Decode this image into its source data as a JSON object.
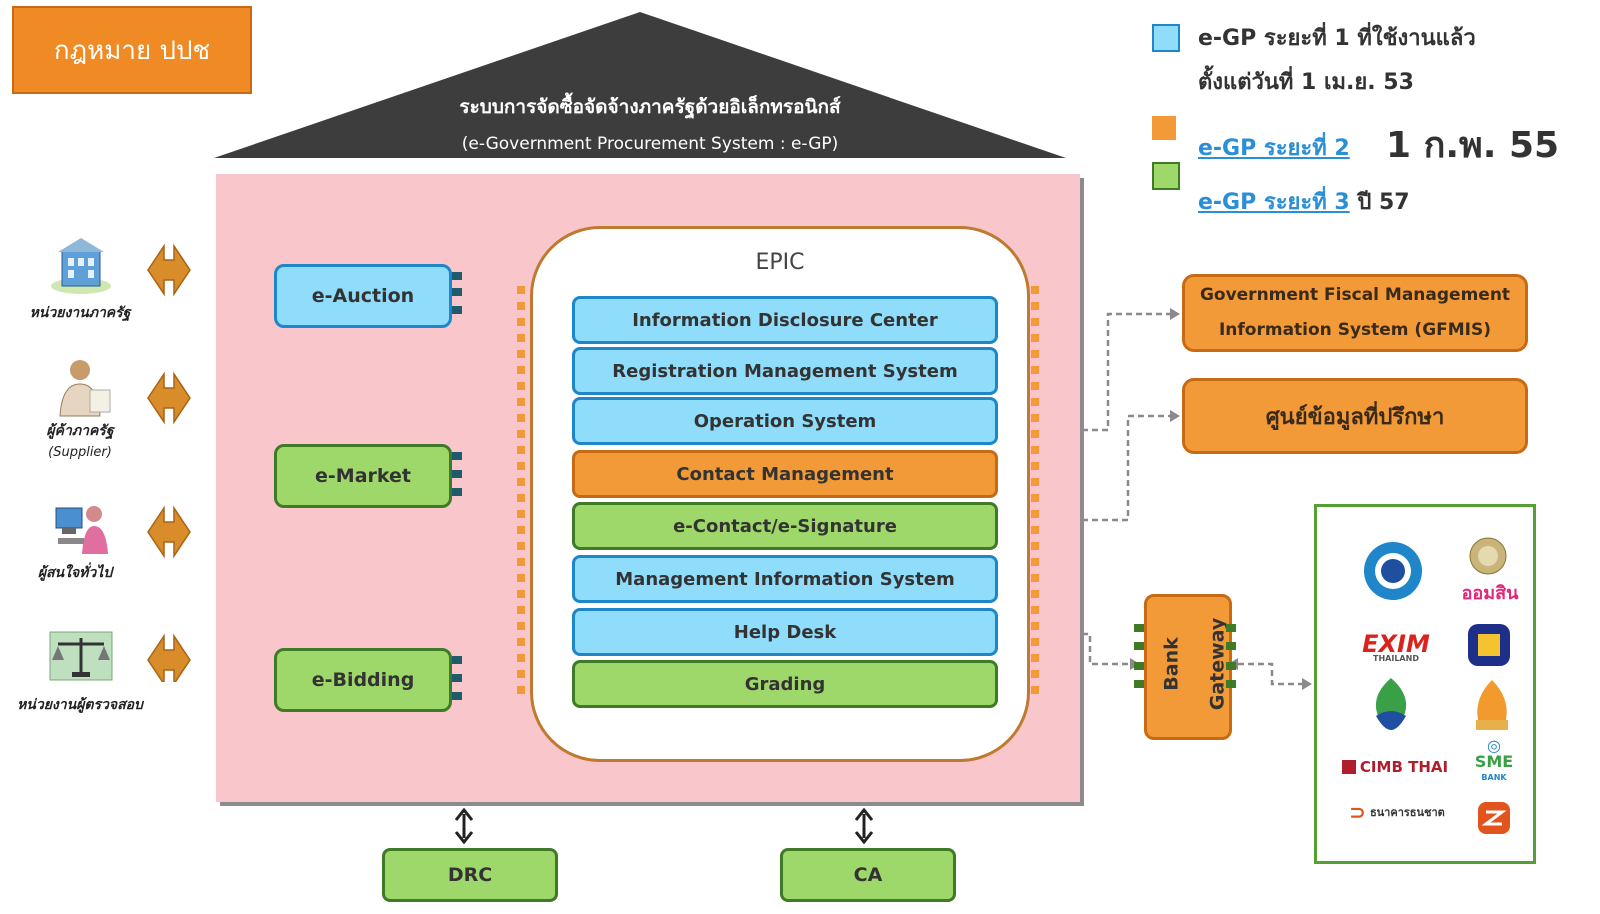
{
  "law_box": "กฎหมาย ปปช",
  "roof": {
    "title": "ระบบการจัดซื้อจัดจ้างภาครัฐด้วยอิเล็กทรอนิกส์",
    "subtitle": "(e-Government Procurement System : e-GP)"
  },
  "legend": {
    "phase1_line1": "e-GP ระยะที่ 1 ที่ใช้งานแล้ว",
    "phase1_line2": "ตั้งแต่วันที่ 1 เม.ย. 53",
    "phase2_link": "e-GP ระยะที่ 2",
    "phase2_date": "1 ก.พ. 55",
    "phase3_link": "e-GP ระยะที่ 3",
    "phase3_year": "ปี 57",
    "colors": {
      "phase1": "#8fdcfb",
      "phase2": "#f39a38",
      "phase3": "#9fd86a"
    }
  },
  "actors": [
    {
      "label": "หน่วยงานภาครัฐ",
      "icon": "government-building-icon"
    },
    {
      "label": "ผู้ค้าภาครัฐ",
      "sub": "(Supplier)",
      "icon": "supplier-person-icon"
    },
    {
      "label": "ผู้สนใจทั่วไป",
      "icon": "computer-user-icon"
    },
    {
      "label": "หน่วยงานผู้ตรวจสอบ",
      "icon": "scales-icon"
    }
  ],
  "modules": {
    "auction": "e-Auction",
    "market": "e-Market",
    "bidding": "e-Bidding"
  },
  "epic": {
    "title": "EPIC",
    "rows": [
      {
        "label": "Information Disclosure Center",
        "phase": "phase1"
      },
      {
        "label": "Registration  Management System",
        "phase": "phase1"
      },
      {
        "label": "Operation System",
        "phase": "phase1"
      },
      {
        "label": "Contact Management",
        "phase": "phase2"
      },
      {
        "label": "e-Contact/e-Signature",
        "phase": "phase3"
      },
      {
        "label": "Management Information System",
        "phase": "phase1"
      },
      {
        "label": "Help Desk",
        "phase": "phase1"
      },
      {
        "label": "Grading",
        "phase": "phase3"
      }
    ]
  },
  "external": {
    "gfmis_line1": "Government Fiscal Management",
    "gfmis_line2": "Information System (GFMIS)",
    "consult_center": "ศูนย์ข้อมูลที่ปรึกษา",
    "bank": "Bank",
    "gateway": "Gateway"
  },
  "banks": {
    "gsb": "ออมสิน",
    "exim": "EXIM",
    "exim_sub": "THAILAND",
    "cimb": "CIMB THAI",
    "sme": "SME",
    "sme_sub": "BANK",
    "thanachart": "ธนาคารธนชาต"
  },
  "bottom": {
    "drc": "DRC",
    "ca": "CA"
  }
}
